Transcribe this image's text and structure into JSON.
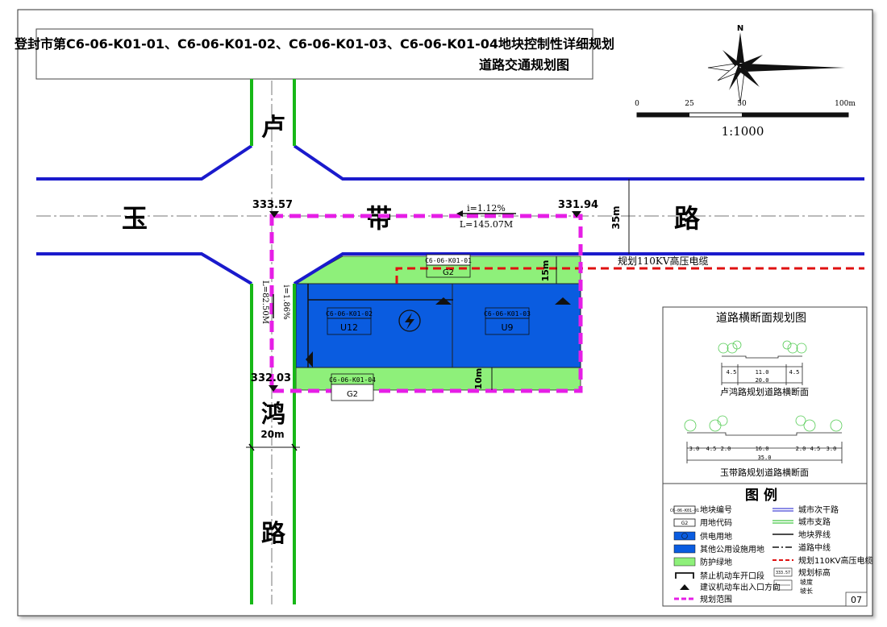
{
  "title": {
    "line1": "登封市第C6-06-K01-01、C6-06-K01-02、C6-06-K01-03、C6-06-K01-04地块控制性详细规划",
    "line2": "道路交通规划图"
  },
  "north": {
    "label": "N"
  },
  "scale": {
    "ticks": [
      "0",
      "25",
      "50",
      "100m"
    ],
    "ratio": "1:1000"
  },
  "roads": {
    "north_south_char1": "卢",
    "north_south_char2": "鸿",
    "north_south_char3": "路",
    "north_south_width": "20m",
    "east_west_char1": "玉",
    "east_west_char2": "带",
    "east_west_char3": "路",
    "east_west_width": "35m"
  },
  "elevations": {
    "nw": "333.57",
    "ne": "331.94",
    "sw": "332.03"
  },
  "slopes": {
    "top_slope": "i=1.12%",
    "top_length": "L=145.07M",
    "left_slope": "i=1.86%",
    "left_length": "L=82.50M"
  },
  "setbacks": {
    "north": "15m",
    "south": "10m"
  },
  "cable_label": "规划110KV高压电缆",
  "parcels": [
    {
      "id": "C6-06-K01-01",
      "code": "G2"
    },
    {
      "id": "C6-06-K01-02",
      "code": "U12"
    },
    {
      "id": "C6-06-K01-03",
      "code": "U9"
    },
    {
      "id": "C6-06-K01-04",
      "code": "G2"
    }
  ],
  "sections": {
    "title": "道路横断面规划图",
    "lu_dims": [
      "4.5",
      "11.0",
      "4.5"
    ],
    "lu_total": "20.0",
    "lu_caption": "卢鸿路规划道路横断面",
    "yu_dims": [
      "3.0",
      "4.5",
      "2.0",
      "16.0",
      "2.0",
      "4.5",
      "3.0"
    ],
    "yu_total": "35.0",
    "yu_caption": "玉带路规划道路横断面"
  },
  "legend": {
    "title": "图    例",
    "left": [
      {
        "icon": "parcel-id-icon",
        "label": "地块编号"
      },
      {
        "icon": "land-code-icon",
        "label": "用地代码"
      },
      {
        "icon": "power-supply-icon",
        "label": "供电用地"
      },
      {
        "icon": "utility-land-icon",
        "label": "其他公用设施用地"
      },
      {
        "icon": "green-buffer-icon",
        "label": "防护绿地"
      },
      {
        "icon": "no-opening-icon",
        "label": "禁止机动车开口段"
      },
      {
        "icon": "entrance-arrow-icon",
        "label": "建议机动车出入口方向"
      },
      {
        "icon": "plan-boundary-icon",
        "label": "规划范围"
      }
    ],
    "right": [
      {
        "icon": "secondary-road-icon",
        "label": "城市次干路"
      },
      {
        "icon": "branch-road-icon",
        "label": "城市支路"
      },
      {
        "icon": "parcel-boundary-icon",
        "label": "地块界线"
      },
      {
        "icon": "road-centerline-icon",
        "label": "道路中线"
      },
      {
        "icon": "hv-cable-icon",
        "label": "规划110KV高压电缆"
      },
      {
        "icon": "elevation-icon",
        "label": "规划标高"
      },
      {
        "icon": "slope-icon",
        "label": "坡度"
      },
      {
        "icon": "slope-length-icon",
        "label": "坡长"
      }
    ],
    "elev_sample": "333.57"
  },
  "page_number": "07",
  "colors": {
    "secondary_road": "#1a1acc",
    "branch_road": "#17b817",
    "utility_blue": "#0a5ce0",
    "green_land": "#8ef07a",
    "boundary_magenta": "#e61ee6",
    "cable_red": "#e01010"
  }
}
